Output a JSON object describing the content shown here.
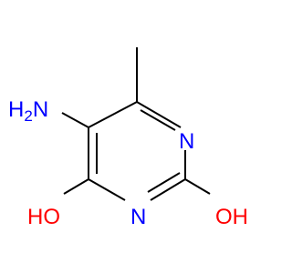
{
  "molecule": {
    "atoms": {
      "amino": {
        "text": "H",
        "subscript": "2",
        "element": "N",
        "color": "#0000ff"
      },
      "ring_n_upper": {
        "text": "N",
        "color": "#0000ff"
      },
      "ring_n_lower": {
        "text": "N",
        "color": "#0000ff"
      },
      "hydroxyl_left": {
        "text": "HO",
        "color": "#ff0000"
      },
      "hydroxyl_right": {
        "text": "OH",
        "color": "#ff0000"
      }
    },
    "bond_color": "#000000"
  }
}
